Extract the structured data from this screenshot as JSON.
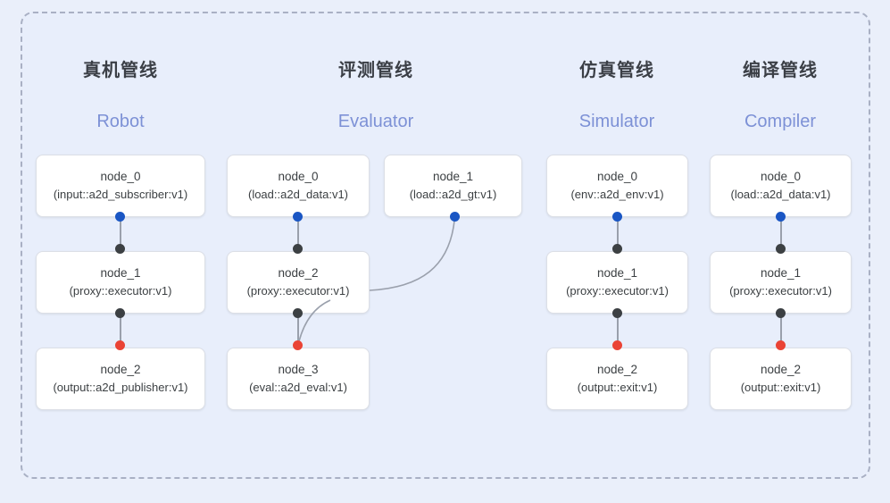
{
  "frame": {
    "border_style": "dashed",
    "border_color": "#a9b0c4",
    "background": "#e8eefb",
    "page_background": "#eaeffa"
  },
  "colors": {
    "title": "#3b3f46",
    "subtitle": "#7d91d6",
    "node_text": "#3c4043",
    "node_bg": "#ffffff",
    "node_border": "#dcdfe6",
    "port_blue": "#1a56c4",
    "port_black": "#3c4043",
    "port_red": "#ea4335",
    "link": "#9aa0ac"
  },
  "columns": [
    {
      "title": "真机管线",
      "subtitle": "Robot",
      "nodes": [
        {
          "name": "node_0",
          "type": "(input::a2d_subscriber:v1)"
        },
        {
          "name": "node_1",
          "type": "(proxy::executor:v1)"
        },
        {
          "name": "node_2",
          "type": "(output::a2d_publisher:v1)"
        }
      ]
    },
    {
      "title": "评测管线",
      "subtitle": "Evaluator",
      "nodes": [
        {
          "name": "node_0",
          "type": "(load::a2d_data:v1)"
        },
        {
          "name": "node_1",
          "type": "(load::a2d_gt:v1)"
        },
        {
          "name": "node_2",
          "type": "(proxy::executor:v1)"
        },
        {
          "name": "node_3",
          "type": "(eval::a2d_eval:v1)"
        }
      ]
    },
    {
      "title": "仿真管线",
      "subtitle": "Simulator",
      "nodes": [
        {
          "name": "node_0",
          "type": "(env::a2d_env:v1)"
        },
        {
          "name": "node_1",
          "type": "(proxy::executor:v1)"
        },
        {
          "name": "node_2",
          "type": "(output::exit:v1)"
        }
      ]
    },
    {
      "title": "编译管线",
      "subtitle": "Compiler",
      "nodes": [
        {
          "name": "node_0",
          "type": "(load::a2d_data:v1)"
        },
        {
          "name": "node_1",
          "type": "(proxy::executor:v1)"
        },
        {
          "name": "node_2",
          "type": "(output::exit:v1)"
        }
      ]
    }
  ]
}
